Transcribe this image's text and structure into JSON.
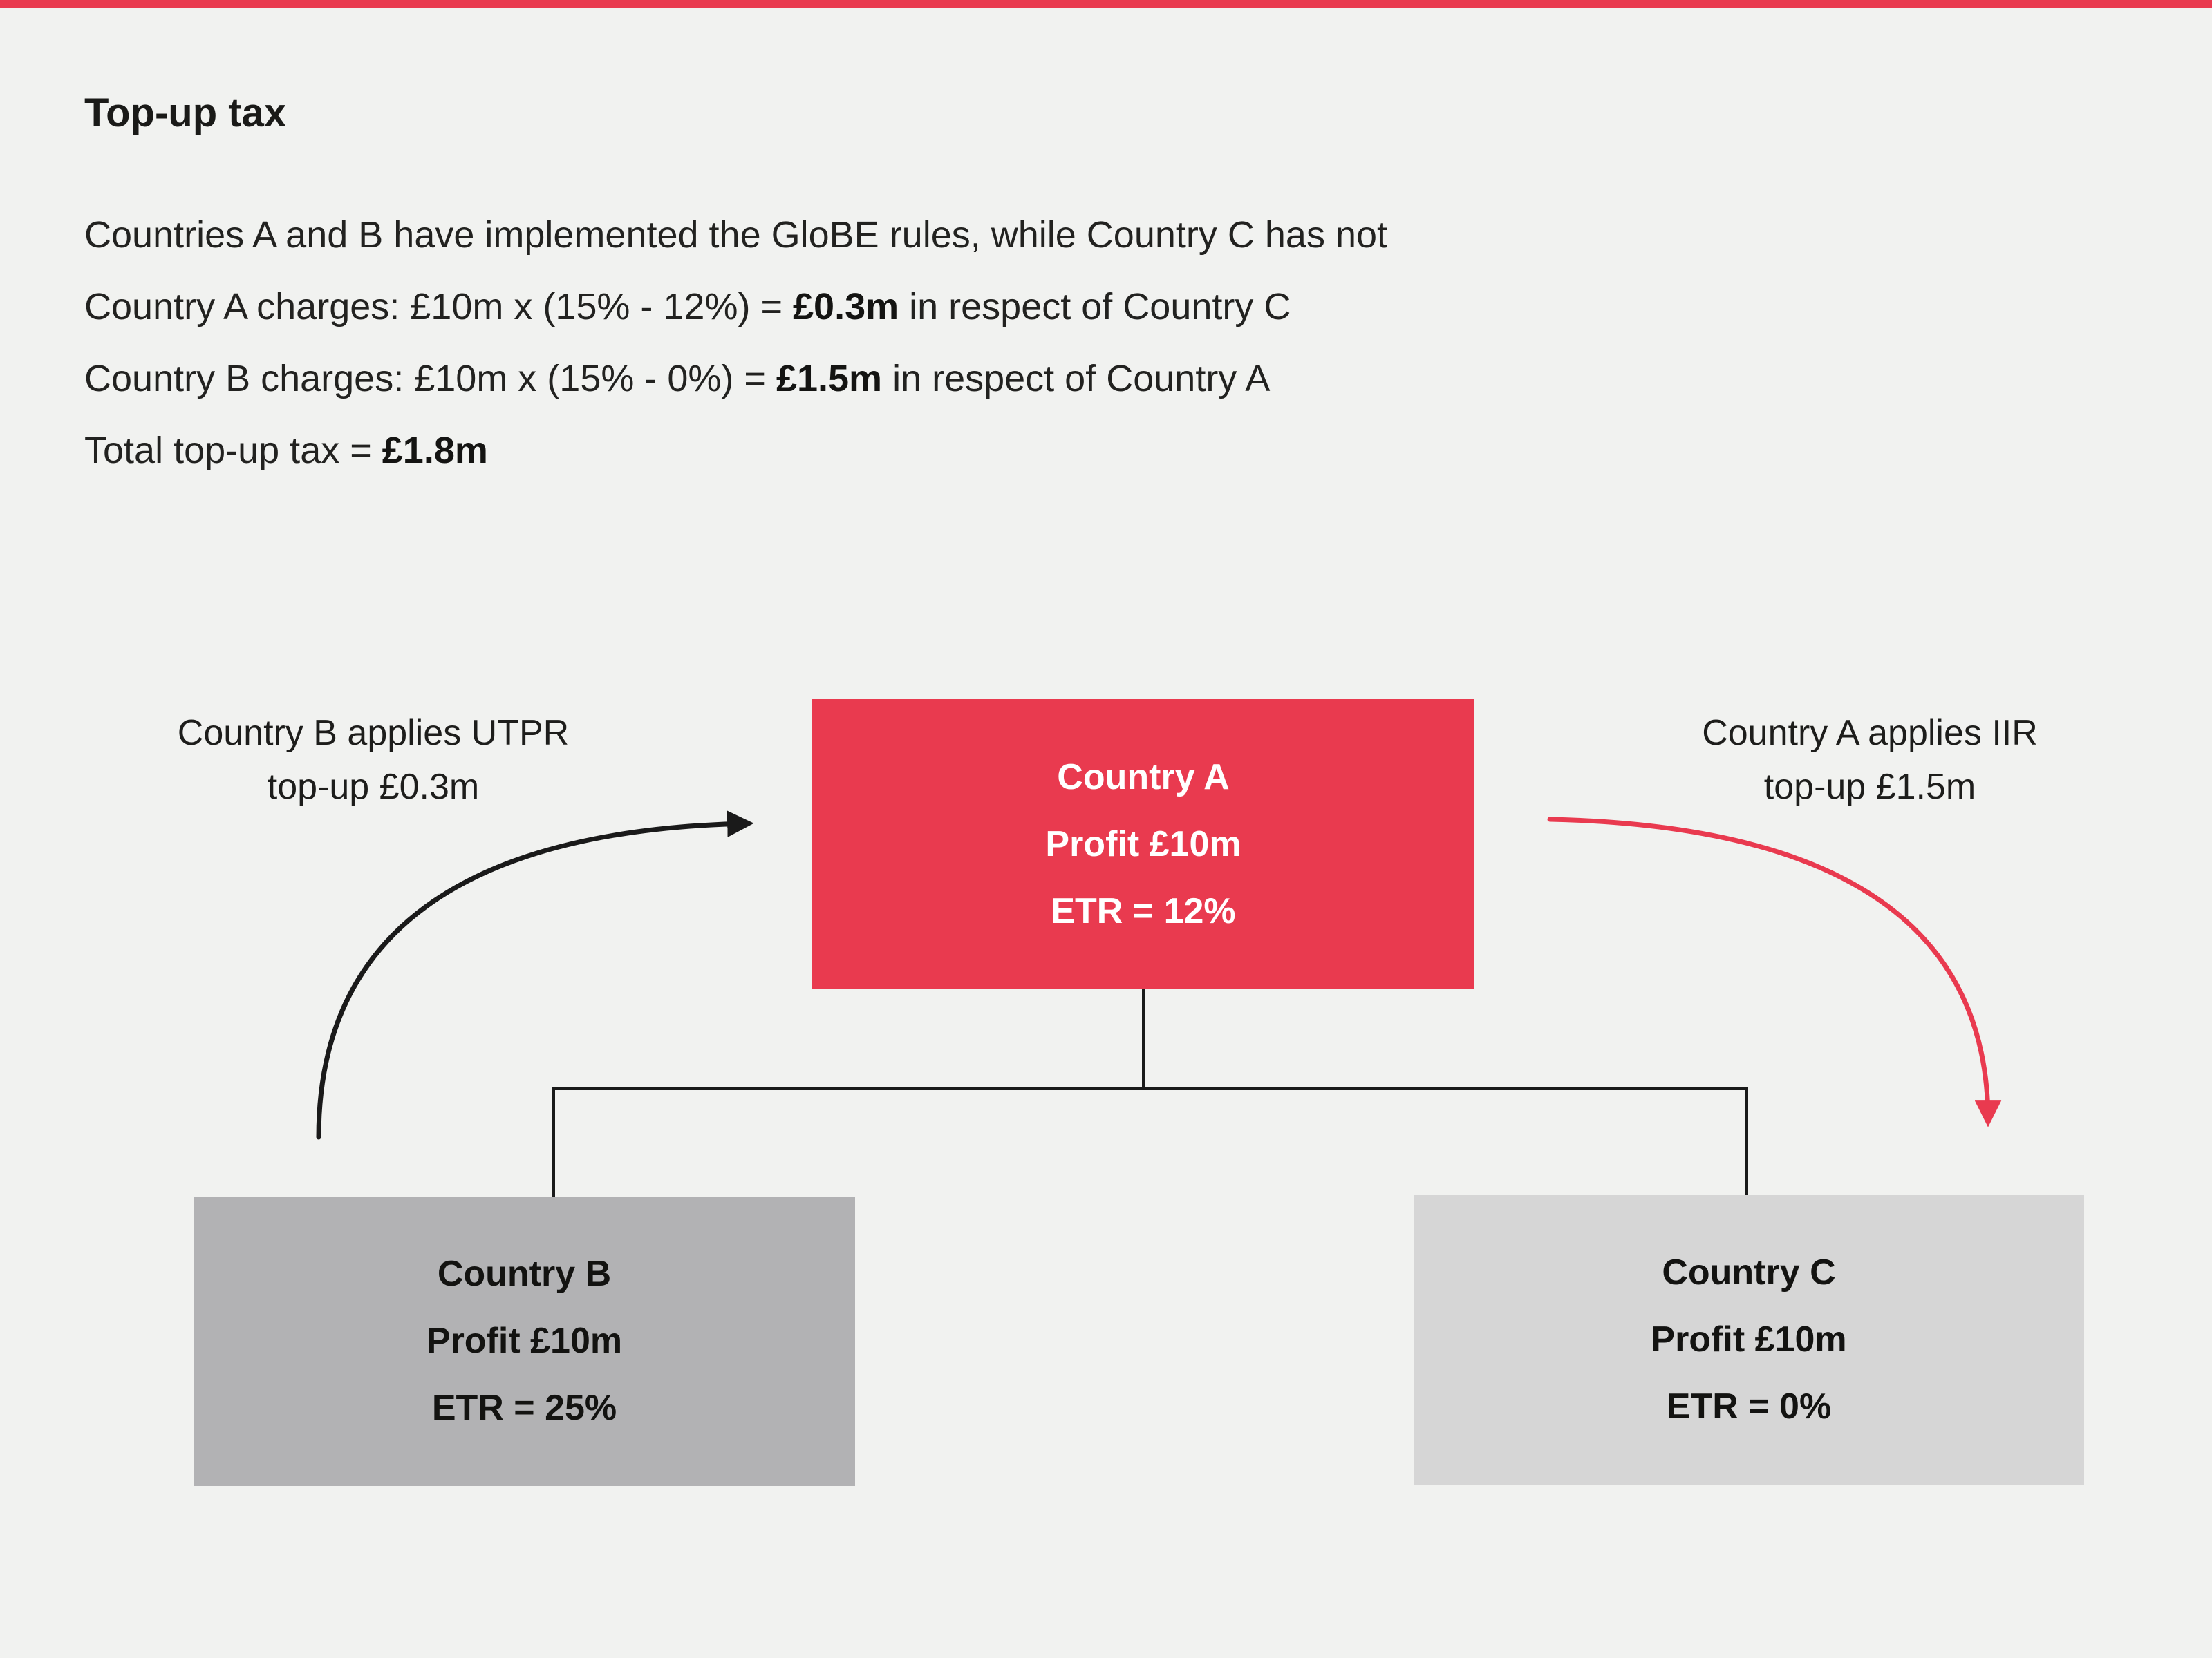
{
  "colors": {
    "accent": "#E93A4F",
    "background": "#F1F2F0",
    "node_a": "#E93A4F",
    "node_b": "#B2B2B4",
    "node_c": "#D6D6D6",
    "connector": "#1A1A1A"
  },
  "header": {
    "title": "Top-up tax"
  },
  "intro": {
    "line1": {
      "pre": "Countries A and B have implemented the GloBE rules, while Country C has not",
      "bold": "",
      "post": ""
    },
    "line2": {
      "pre": "Country A charges: £10m x (15% - 12%) = ",
      "bold": "£0.3m",
      "post": " in respect of Country C"
    },
    "line3": {
      "pre": "Country B charges: £10m x (15% - 0%) = ",
      "bold": "£1.5m",
      "post": " in respect of Country A"
    },
    "line4": {
      "pre": "Total top-up tax = ",
      "bold": "£1.8m",
      "post": ""
    }
  },
  "annotations": {
    "utpr": {
      "line1": "Country B applies UTPR",
      "line2": "top-up £0.3m"
    },
    "iir": {
      "line1": "Country A applies IIR",
      "line2": "top-up £1.5m"
    }
  },
  "nodes": {
    "country_a": {
      "title": "Country A",
      "profit": "Profit £10m",
      "etr": "ETR = 12%",
      "color": "#E93A4F"
    },
    "country_b": {
      "title": "Country B",
      "profit": "Profit £10m",
      "etr": "ETR = 25%",
      "color": "#B2B2B4"
    },
    "country_c": {
      "title": "Country C",
      "profit": "Profit £10m",
      "etr": "ETR = 0%",
      "color": "#D6D6D6"
    }
  }
}
